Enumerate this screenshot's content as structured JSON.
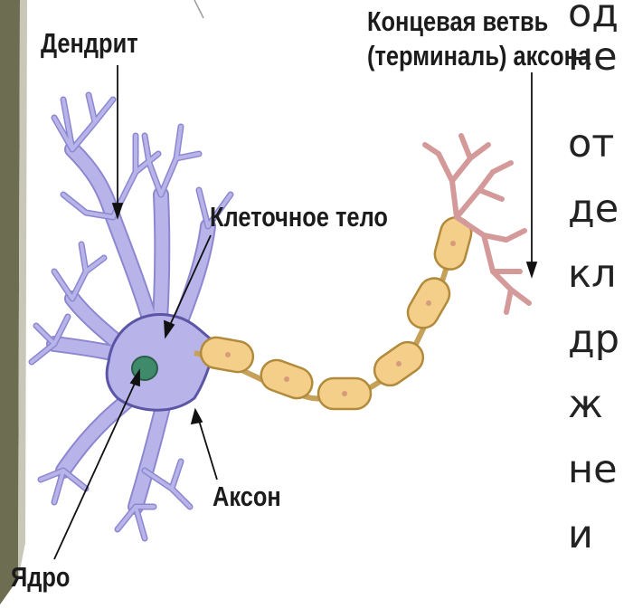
{
  "labels": {
    "dendrite": "Дендрит",
    "terminal_line1": "Концевая ветвь",
    "terminal_line2": "(терминаль) аксона",
    "cell_body": "Клеточное тело",
    "axon": "Аксон",
    "nucleus": "Ядро"
  },
  "side_text": [
    "од",
    "не",
    "от",
    "де",
    "кл",
    "др",
    "ж",
    "не",
    "и"
  ],
  "colors": {
    "dendrite_fill": "#b8b4ea",
    "dendrite_stroke": "#5b55a5",
    "nucleus": "#3f8a6b",
    "myelin_fill": "#f3cf8a",
    "myelin_stroke": "#b18a3c",
    "terminal_branch": "#d49a9a",
    "accent_stripe": "#6d6d52"
  }
}
